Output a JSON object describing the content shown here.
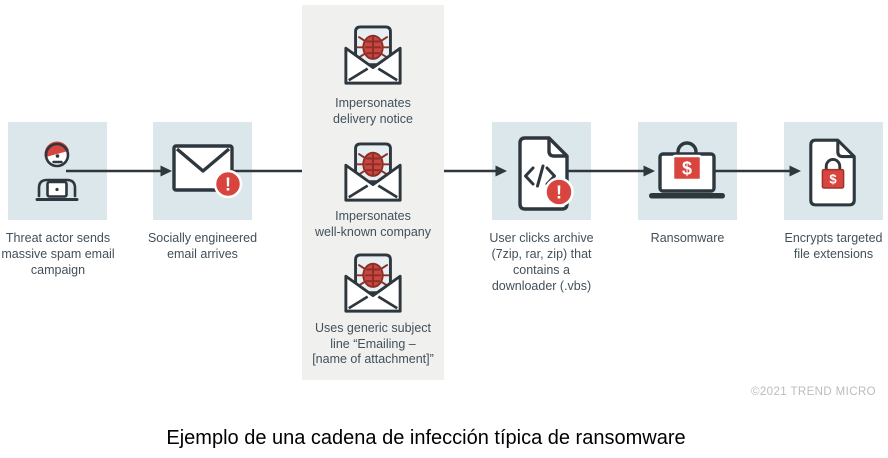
{
  "colors": {
    "step_box_bg": "#dce7eb",
    "lure_panel_bg": "#f0f0ee",
    "outline_dark": "#2d373d",
    "accent_red": "#d7453e",
    "bug_red": "#c94740",
    "bug_stroke": "#8c2f28",
    "label_text": "#42505a",
    "copyright_text": "#b9bdbf"
  },
  "icons": {
    "threat_actor": "person-with-red-cap-at-laptop",
    "alert_email": "closed-envelope-with-red-alert-badge",
    "bug_email": "open-envelope-with-malware-bug",
    "script_file": "code-file-with-red-alert-badge",
    "locked_laptop": "laptop-with-red-dollar-padlock",
    "locked_file": "file-with-red-dollar-padlock"
  },
  "glyphs": {
    "alert": "!",
    "dollar": "$"
  },
  "diagram": {
    "steps": [
      {
        "id": "threat-actor",
        "icon": "threat-actor-icon",
        "label": "Threat actor sends\nmassive spam email\ncampaign"
      },
      {
        "id": "social-email",
        "icon": "alert-email-icon",
        "label": "Socially engineered\nemail arrives"
      },
      {
        "id": "user-clicks",
        "icon": "script-file-alert-icon",
        "label": "User clicks archive\n(7zip, rar, zip) that\ncontains a\ndownloader (.vbs)"
      },
      {
        "id": "ransomware",
        "icon": "locked-laptop-icon",
        "label": "Ransomware"
      },
      {
        "id": "encrypts",
        "icon": "locked-file-icon",
        "label": "Encrypts targeted\nfile extensions"
      }
    ],
    "lure_panel": {
      "items": [
        {
          "icon": "bug-email-icon",
          "label": "Impersonates\ndelivery notice"
        },
        {
          "icon": "bug-email-icon",
          "label": "Impersonates\nwell-known company"
        },
        {
          "icon": "bug-email-icon",
          "label": "Uses generic subject\nline “Emailing –\n[name of attachment]”"
        }
      ]
    },
    "copyright": "©2021 TREND MICRO"
  },
  "caption": "Ejemplo de una cadena de infección típica de ransomware"
}
